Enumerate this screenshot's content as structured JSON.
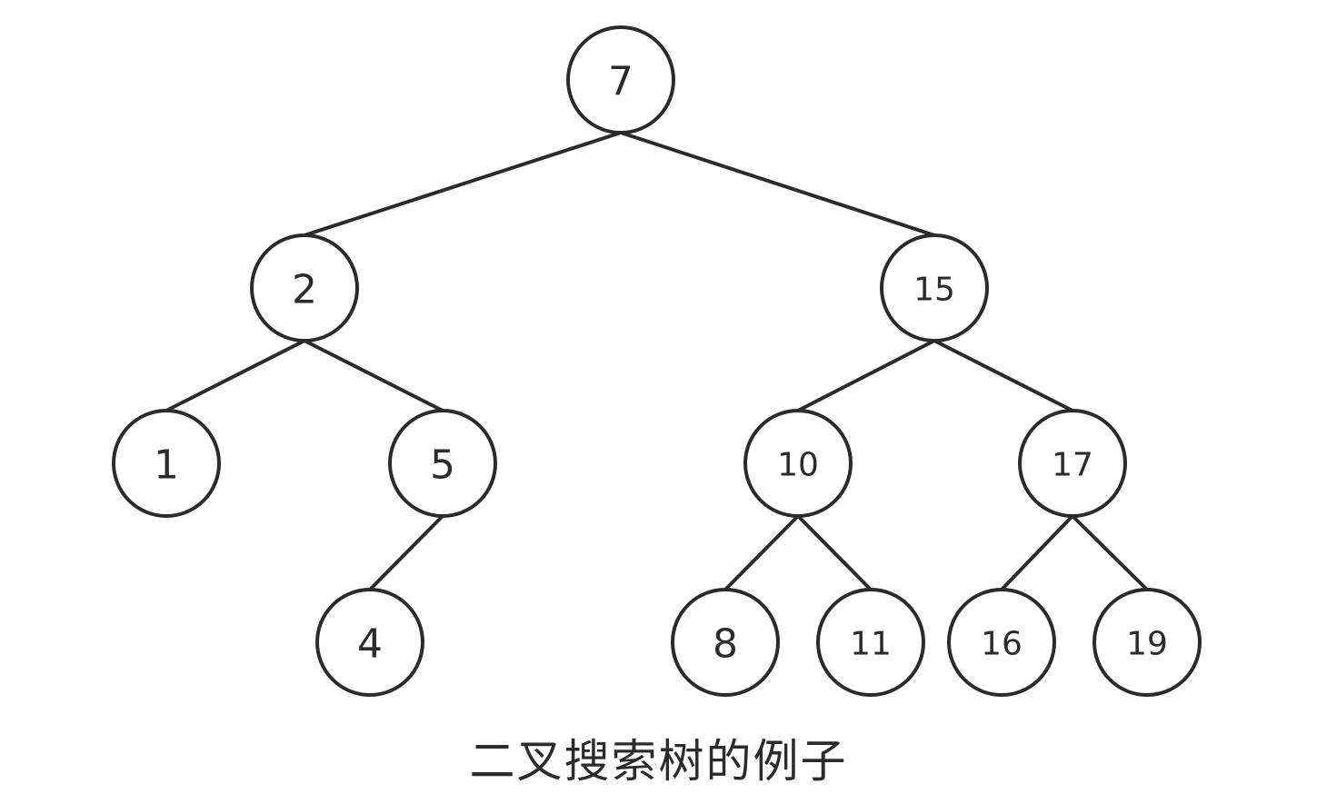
{
  "tree": {
    "nodes": [
      {
        "id": "n7",
        "label": "7"
      },
      {
        "id": "n2",
        "label": "2"
      },
      {
        "id": "n15",
        "label": "15"
      },
      {
        "id": "n1",
        "label": "1"
      },
      {
        "id": "n5",
        "label": "5"
      },
      {
        "id": "n10",
        "label": "10"
      },
      {
        "id": "n17",
        "label": "17"
      },
      {
        "id": "n4",
        "label": "4"
      },
      {
        "id": "n8",
        "label": "8"
      },
      {
        "id": "n11",
        "label": "11"
      },
      {
        "id": "n16",
        "label": "16"
      },
      {
        "id": "n19",
        "label": "19"
      }
    ],
    "edges": [
      [
        "n7",
        "n2"
      ],
      [
        "n7",
        "n15"
      ],
      [
        "n2",
        "n1"
      ],
      [
        "n2",
        "n5"
      ],
      [
        "n5",
        "n4"
      ],
      [
        "n15",
        "n10"
      ],
      [
        "n15",
        "n17"
      ],
      [
        "n10",
        "n8"
      ],
      [
        "n10",
        "n11"
      ],
      [
        "n17",
        "n16"
      ],
      [
        "n17",
        "n19"
      ]
    ],
    "colors": {
      "stroke": "#2b2b2b",
      "fill": "#ffffff"
    }
  },
  "caption": "二叉搜索树的例子"
}
